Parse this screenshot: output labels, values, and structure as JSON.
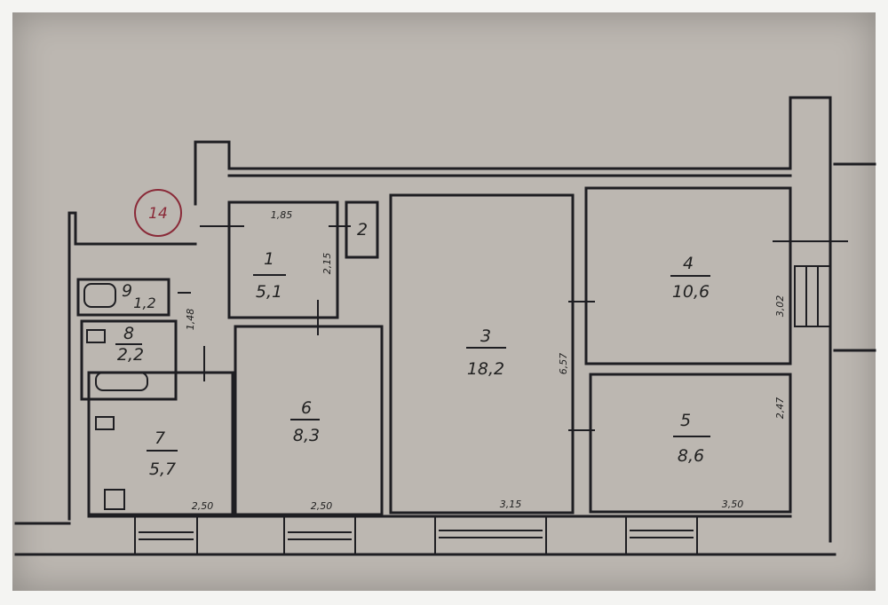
{
  "plan": {
    "apartment_number": "14",
    "rooms": [
      {
        "number": "1",
        "area": "5,1"
      },
      {
        "number": "2",
        "area": ""
      },
      {
        "number": "3",
        "area": "18,2"
      },
      {
        "number": "4",
        "area": "10,6"
      },
      {
        "number": "5",
        "area": "8,6"
      },
      {
        "number": "6",
        "area": "8,3"
      },
      {
        "number": "7",
        "area": "5,7"
      },
      {
        "number": "8",
        "area": "2,2"
      },
      {
        "number": "9",
        "area": "1,2"
      }
    ],
    "dimensions": {
      "room1_width": "1,85",
      "room1_length": "2,15",
      "hall_width": "1,48",
      "room3_length": "6,57",
      "room3_width": "3,15",
      "room4_length": "3,02",
      "room5_length": "2,47",
      "room5_width": "3,50",
      "room6_width": "2,50",
      "room7_width": "2,50"
    },
    "colors": {
      "paper": "#bcb7b1",
      "ink": "#1e1e22",
      "stamp": "#8a2a38"
    }
  }
}
